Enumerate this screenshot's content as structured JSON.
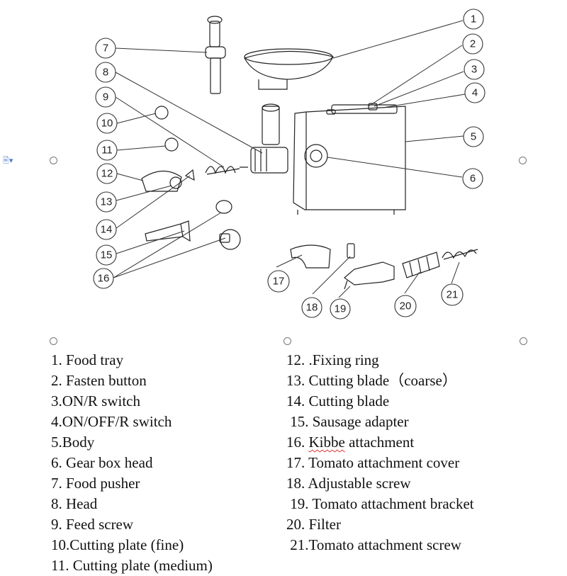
{
  "callouts": [
    "1",
    "2",
    "3",
    "4",
    "5",
    "6",
    "7",
    "8",
    "9",
    "10",
    "11",
    "12",
    "13",
    "14",
    "15",
    "16",
    "17",
    "18",
    "19",
    "20",
    "21"
  ],
  "legend": {
    "left": [
      "1.  Food tray",
      "2. Fasten button",
      "3.ON/R switch",
      "4.ON/OFF/R switch",
      "5.Body",
      "6. Gear box head",
      "7. Food pusher",
      "8. Head",
      "9. Feed screw",
      "10.Cutting plate (fine)",
      "11. Cutting plate (medium)"
    ],
    "right": [
      "12. .Fixing ring",
      "13. Cutting blade（coarse）",
      "14. Cutting blade",
      " 15. Sausage adapter",
      "16. ",
      "Kibbe",
      " attachment",
      "17. Tomato attachment cover",
      "18. Adjustable screw",
      " 19. Tomato attachment bracket",
      "20. Filter",
      " 21.Tomato attachment screw"
    ]
  },
  "colors": {
    "line": "#222222",
    "callout_stroke": "#333333",
    "spell_mark": "#dd3333"
  }
}
